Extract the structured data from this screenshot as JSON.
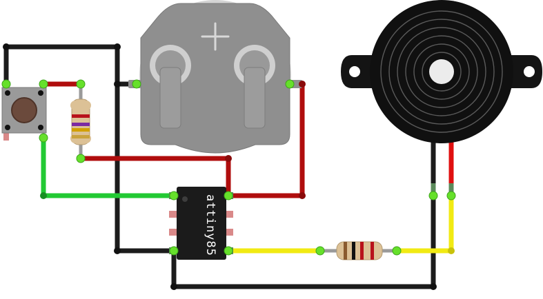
{
  "diagram": {
    "ic": {
      "label": "attiny85"
    },
    "components": {
      "coin_cell_holder": "coin-cell-battery-holder",
      "buzzer": "piezo-buzzer",
      "button": "tactile-push-button",
      "resistor_pullup": "resistor",
      "resistor_buzzer": "resistor",
      "microcontroller": "attiny85"
    },
    "colors": {
      "wire_black": "#1c1c1c",
      "wire_red": "#b00d0d",
      "wire_green": "#22c933",
      "wire_yellow": "#f1ea13",
      "wire_gray": "#9a9a9a",
      "ic_body": "#1b1b1b",
      "holder_body": "#8f8f8f",
      "connector_green": "#66e02b"
    }
  }
}
